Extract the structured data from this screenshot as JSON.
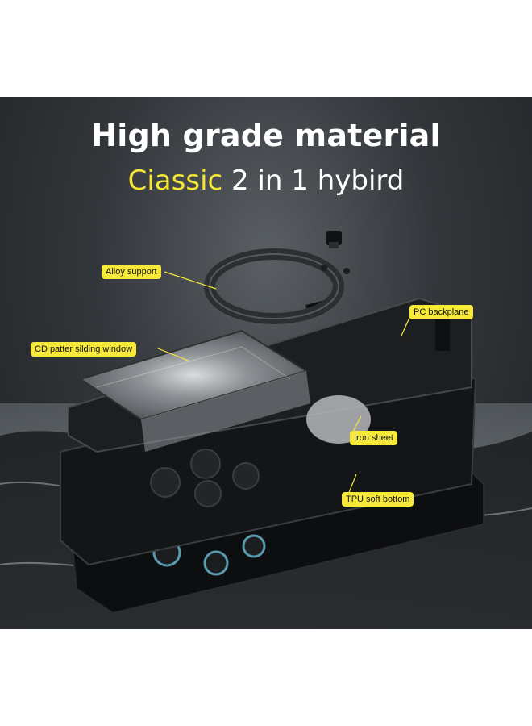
{
  "heading": {
    "title": "High grade material",
    "subtitle_highlight": "Ciassic",
    "subtitle_rest": "2 in 1 hybird"
  },
  "callouts": {
    "alloy_support": "Alloy support",
    "pc_backplane": "PC backplane",
    "cd_window": "CD patter silding window",
    "iron_sheet": "Iron sheet",
    "tpu_bottom": "TPU soft bottom"
  },
  "colors": {
    "accent_yellow": "#f7e93a",
    "title_white": "#ffffff",
    "background_dark": "#2b2e31"
  }
}
